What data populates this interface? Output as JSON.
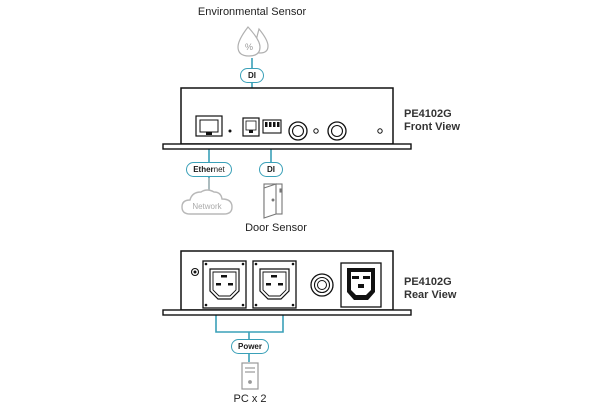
{
  "sensors": {
    "environmental": "Environmental Sensor",
    "humidity_symbol": "%",
    "door": "Door Sensor"
  },
  "network": {
    "cloud_label": "Network",
    "connector_bold": "Ether",
    "connector_thin": "net"
  },
  "connectors": {
    "di_top": "DI",
    "di_bottom": "DI",
    "power": "Power"
  },
  "devices": {
    "front": {
      "model": "PE4102G",
      "view": "Front View"
    },
    "rear": {
      "model": "PE4102G",
      "view": "Rear View"
    }
  },
  "pc": {
    "label": "PC x 2"
  },
  "colors": {
    "cable": "#3aa0b8",
    "device_outline": "#111111",
    "device_fill": "#ffffff",
    "accent_gray": "#b8b8b8",
    "text": "#222222"
  },
  "icons": [
    "droplet-icon",
    "cloud-icon",
    "door-icon",
    "pc-tower-icon",
    "rj45-port-icon",
    "rj11-port-icon",
    "dip-switch-icon",
    "iec-outlet-icon",
    "iec-inlet-icon"
  ]
}
